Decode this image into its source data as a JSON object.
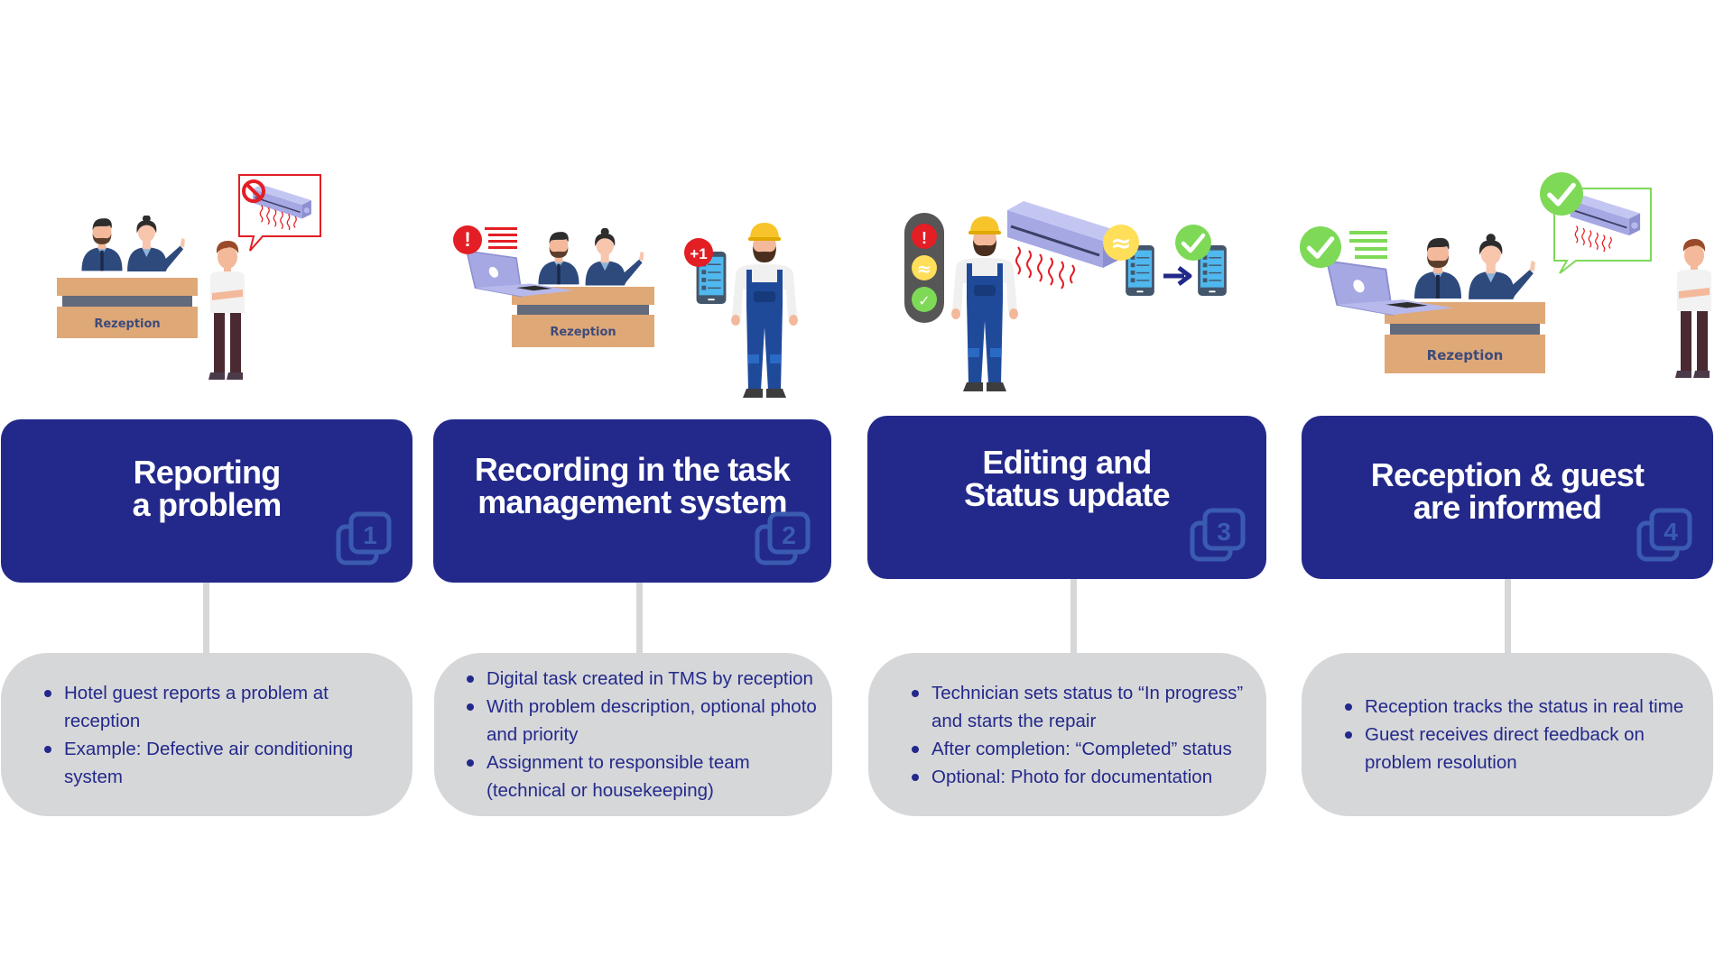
{
  "colors": {
    "step_box": "#23298a",
    "badge": "#3a5bb0",
    "panel": "#d6d7d9",
    "text_dark": "#23298a",
    "alert_red": "#e31e24",
    "ok_green": "#7ed957",
    "progress_yellow": "#ffde59",
    "desk": "#dfa877"
  },
  "steps": [
    {
      "number": "1",
      "title": "Reporting\na problem",
      "illustration": {
        "desk_label": "Rezeption",
        "icons": [
          "receptionist-man",
          "receptionist-woman",
          "hotel-guest",
          "speech-bubble",
          "no-sign-icon",
          "air-conditioner-icon"
        ]
      },
      "bullets": [
        "Hotel guest reports a problem at reception",
        "Example: Defective air conditioning system"
      ]
    },
    {
      "number": "2",
      "title": "Recording in the task\nmanagement system",
      "illustration": {
        "desk_label": "Rezeption",
        "alert_symbol": "!",
        "notification_badge": "+1",
        "icons": [
          "laptop-icon",
          "alert-icon",
          "receptionist-man",
          "receptionist-woman",
          "technician",
          "task-tablet-icon"
        ]
      },
      "bullets": [
        "Digital task created in TMS by reception",
        "With problem description, optional photo and priority",
        "Assignment to responsible team (technical or housekeeping)"
      ]
    },
    {
      "number": "3",
      "title": "Editing and\nStatus update",
      "illustration": {
        "traffic_light_symbols": [
          "!",
          "≈",
          "✓"
        ],
        "progress_symbol": "≈",
        "icons": [
          "traffic-light-icon",
          "technician",
          "air-conditioner-icon",
          "task-phone-icon",
          "arrow-right-icon",
          "check-icon"
        ]
      },
      "bullets": [
        "Technician sets status to “In progress” and starts the repair",
        "After completion: “Completed” status",
        "Optional: Photo for documentation"
      ]
    },
    {
      "number": "4",
      "title": "Reception & guest\nare informed",
      "illustration": {
        "desk_label": "Rezeption",
        "icons": [
          "laptop-icon",
          "check-icon",
          "receptionist-man",
          "receptionist-woman",
          "speech-bubble",
          "air-conditioner-icon",
          "hotel-guest"
        ]
      },
      "bullets": [
        "Reception tracks the status in real time",
        "Guest receives direct feedback on problem resolution"
      ]
    }
  ]
}
